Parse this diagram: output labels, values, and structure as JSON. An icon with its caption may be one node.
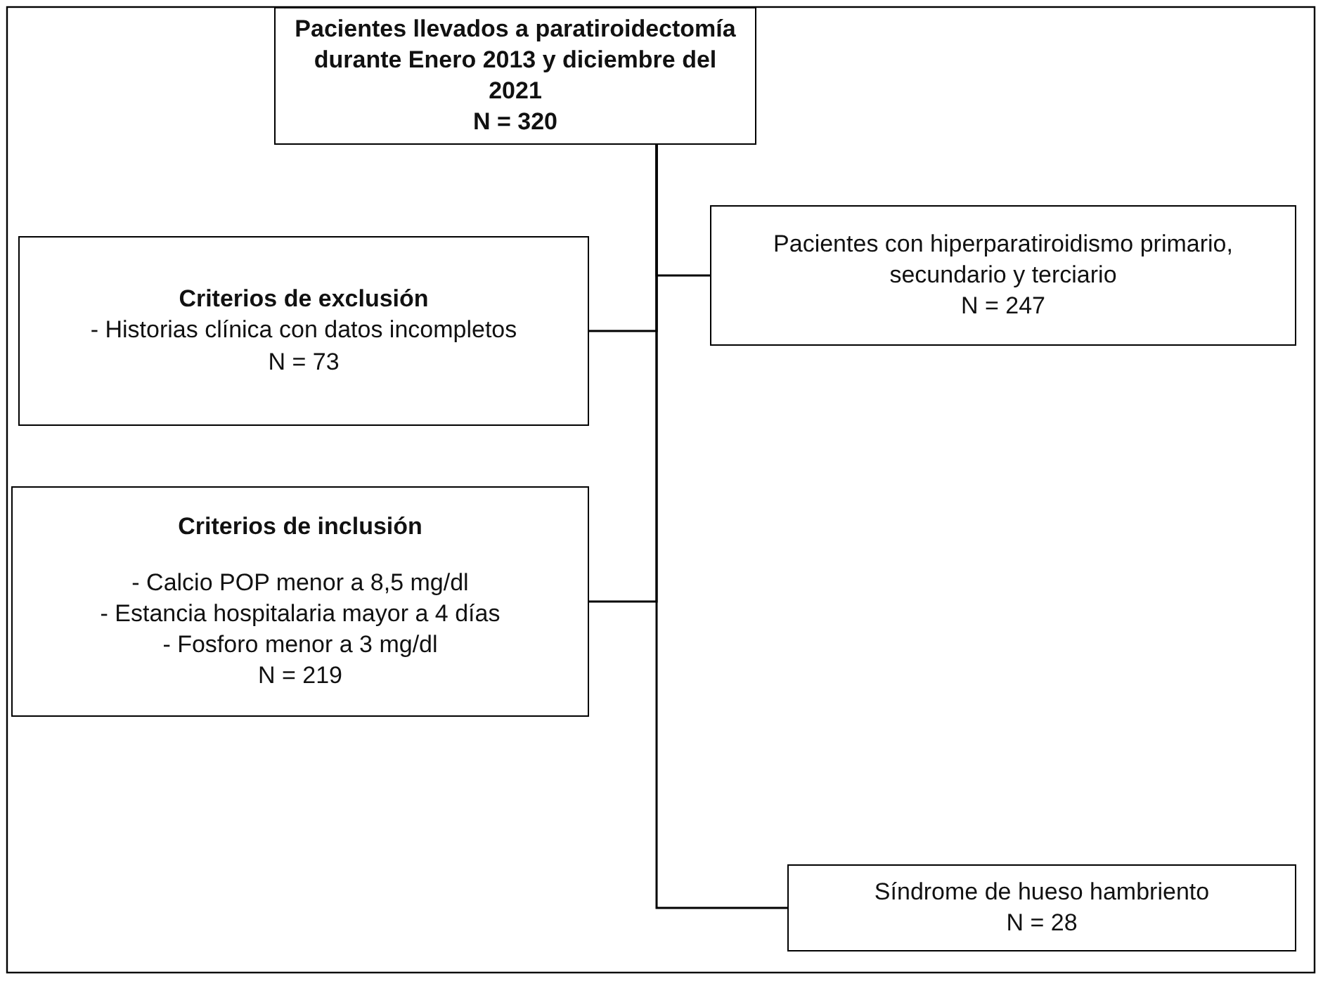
{
  "diagram": {
    "nodes": [
      {
        "text": [
          "Pacientes llevados a paratiroidectomía durante Enero 2013 y diciembre del 2021",
          "N = 320"
        ]
      },
      {
        "text": [
          "Pacientes con hiperparatiroidismo primario, secundario y terciario",
          "N = 247"
        ]
      },
      {
        "text": [
          "Criterios de exclusión",
          "- Historias clínica con datos incompletos",
          "N = 73"
        ]
      },
      {
        "text": [
          "Criterios de inclusión",
          "- Calcio POP menor a 8,5 mg/dl",
          "- Estancia hospitalaria mayor a 4 días",
          "- Fosforo menor a 3 mg/dl",
          "N = 219"
        ]
      },
      {
        "text": [
          "Síndrome de hueso hambriento",
          "N = 28"
        ]
      }
    ],
    "edges": [
      {
        "from": 0,
        "to": 1,
        "arrow": "none"
      },
      {
        "from": 0,
        "to": 2,
        "arrow": "none"
      },
      {
        "from": 0,
        "to": 3,
        "arrow": "none"
      },
      {
        "from": 0,
        "to": 4,
        "arrow": "none"
      }
    ]
  }
}
